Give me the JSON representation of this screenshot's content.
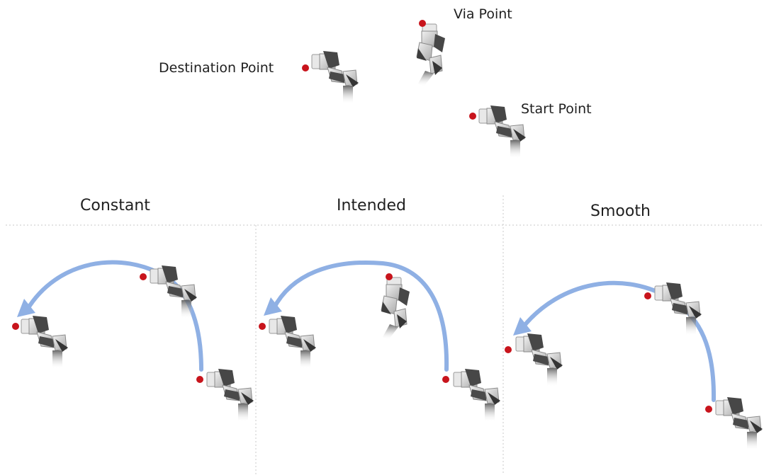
{
  "points": {
    "via": "Via Point",
    "destination": "Destination Point",
    "start": "Start Point"
  },
  "panels": [
    {
      "title": "Constant"
    },
    {
      "title": "Intended"
    },
    {
      "title": "Smooth"
    }
  ],
  "colors": {
    "arc": "#8fb0e4",
    "point": "#c8141c",
    "robot_light": "#d9d9d9",
    "robot_dark": "#3a3a3a"
  },
  "icons": {
    "robot": "robot-arm-icon",
    "point": "tcp-point-icon",
    "arc": "motion-arc-arrow"
  }
}
